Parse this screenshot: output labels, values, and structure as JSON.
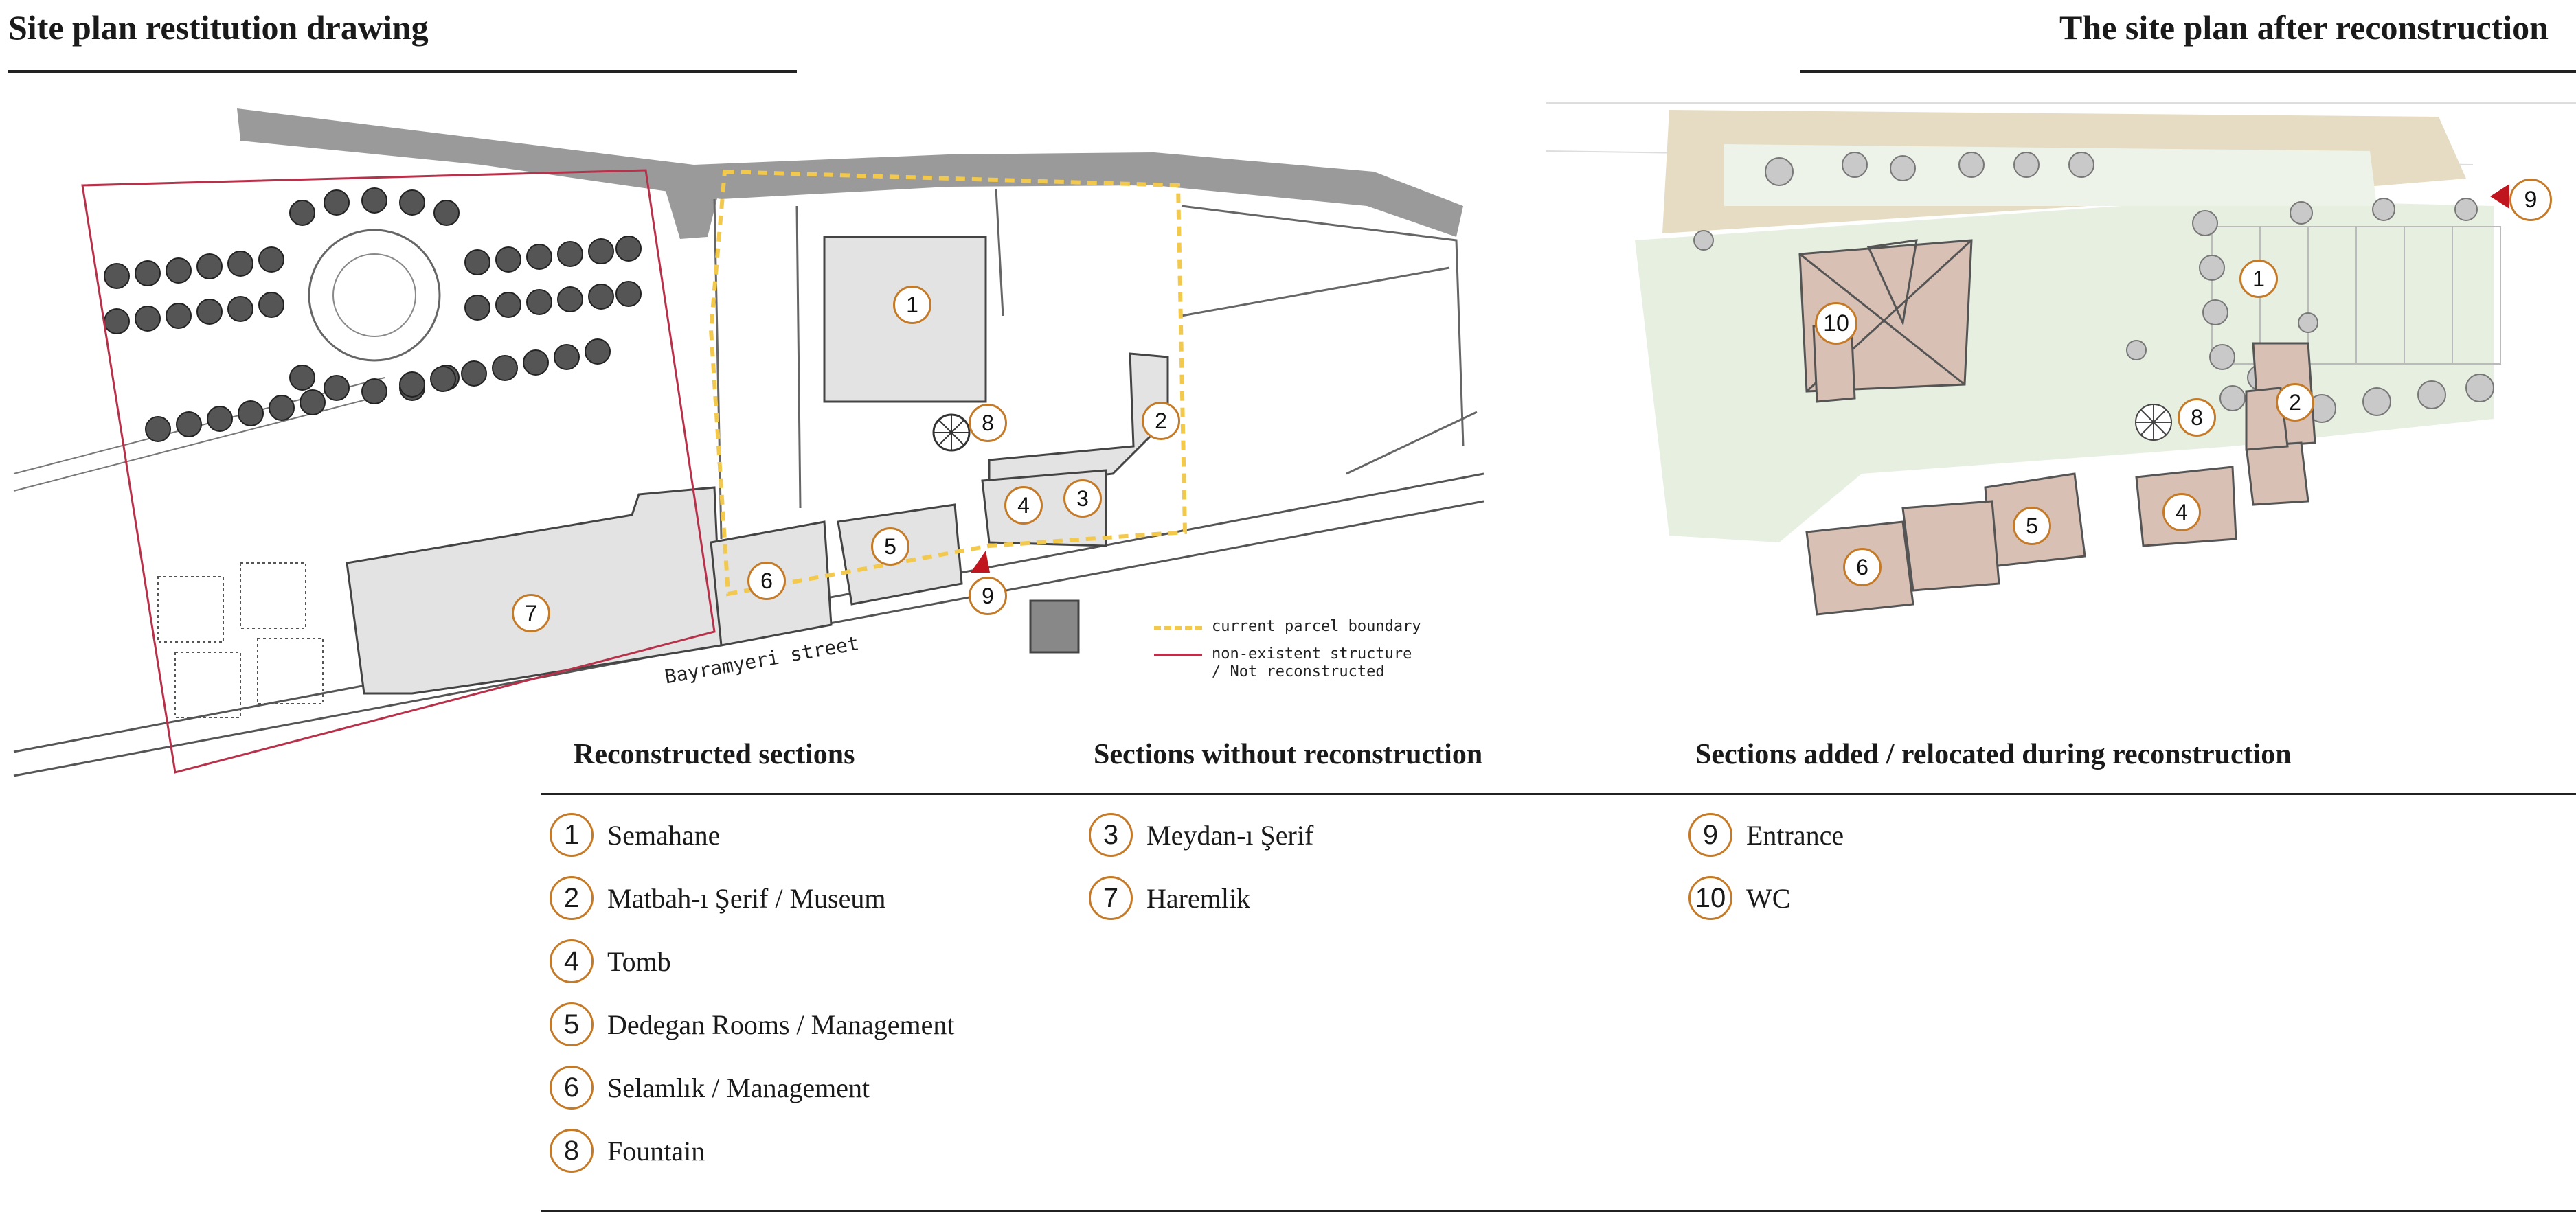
{
  "headings": {
    "left": "Site plan restitution drawing",
    "right": "The site plan after reconstruction"
  },
  "left_plan": {
    "street_label": "Bayramyeri street",
    "markers": [
      "1",
      "2",
      "3",
      "4",
      "5",
      "6",
      "7",
      "8",
      "9"
    ],
    "legend": {
      "dashed": "current parcel boundary",
      "solid_line1": "non-existent structure",
      "solid_line2": "/ Not reconstructed"
    }
  },
  "right_plan": {
    "markers": [
      "1",
      "2",
      "4",
      "5",
      "6",
      "8",
      "9",
      "10"
    ]
  },
  "legend": {
    "reconstructed": {
      "title": "Reconstructed sections",
      "items": [
        {
          "num": "1",
          "label": "Semahane"
        },
        {
          "num": "2",
          "label": "Matbah-ı Şerif / Museum"
        },
        {
          "num": "4",
          "label": "Tomb"
        },
        {
          "num": "5",
          "label": "Dedegan Rooms / Management"
        },
        {
          "num": "6",
          "label": "Selamlık / Management"
        },
        {
          "num": "8",
          "label": "Fountain"
        }
      ]
    },
    "not_reconstructed": {
      "title": "Sections without reconstruction",
      "items": [
        {
          "num": "3",
          "label": "Meydan-ı Şerif"
        },
        {
          "num": "7",
          "label": "Haremlik"
        }
      ]
    },
    "added": {
      "title": "Sections added / relocated during reconstruction",
      "items": [
        {
          "num": "9",
          "label": "Entrance"
        },
        {
          "num": "10",
          "label": "WC"
        }
      ]
    }
  },
  "colors": {
    "marker_ring": "#c57a27",
    "parcel_boundary": "#f2c94c",
    "not_reconstructed_line": "#b7314a",
    "entrance_arrow": "#c0141e",
    "building_fill_left": "#e3e3e3",
    "roof_fill_right": "#d9c0b4",
    "garden_fill_right": "#e6efe0",
    "plaza_fill_right": "#e5dcc3"
  }
}
